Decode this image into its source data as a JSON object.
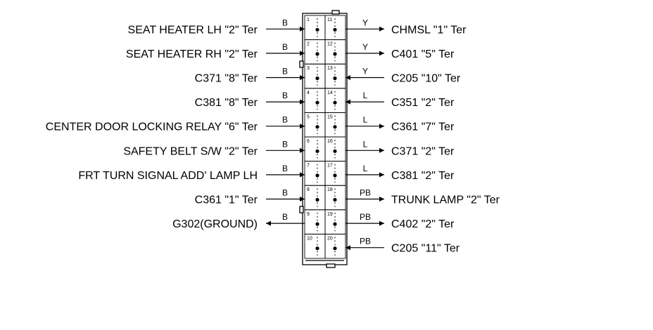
{
  "connector": {
    "left": [
      {
        "pin": "1",
        "label": "SEAT HEATER LH \"2\" Ter",
        "wire": "B",
        "dir": "in"
      },
      {
        "pin": "2",
        "label": "SEAT HEATER RH \"2\" Ter",
        "wire": "B",
        "dir": "in"
      },
      {
        "pin": "3",
        "label": "C371 \"8\" Ter",
        "wire": "B",
        "dir": "in"
      },
      {
        "pin": "4",
        "label": "C381 \"8\" Ter",
        "wire": "B",
        "dir": "in"
      },
      {
        "pin": "5",
        "label": "CENTER DOOR LOCKING RELAY \"6\" Ter",
        "wire": "B",
        "dir": "in"
      },
      {
        "pin": "6",
        "label": "SAFETY BELT S/W \"2\" Ter",
        "wire": "B",
        "dir": "in"
      },
      {
        "pin": "7",
        "label": "FRT TURN SIGNAL ADD' LAMP LH",
        "wire": "B",
        "dir": "in"
      },
      {
        "pin": "8",
        "label": "C361 \"1\" Ter",
        "wire": "B",
        "dir": "in"
      },
      {
        "pin": "9",
        "label": "G302(GROUND)",
        "wire": "B",
        "dir": "out"
      },
      {
        "pin": "10",
        "label": "",
        "wire": "",
        "dir": "none"
      }
    ],
    "right": [
      {
        "pin": "11",
        "label": "CHMSL \"1\" Ter",
        "wire": "Y",
        "dir": "out"
      },
      {
        "pin": "12",
        "label": "C401 \"5\" Ter",
        "wire": "Y",
        "dir": "out"
      },
      {
        "pin": "13",
        "label": "C205 \"10\" Ter",
        "wire": "Y",
        "dir": "in"
      },
      {
        "pin": "14",
        "label": "C351 \"2\" Ter",
        "wire": "L",
        "dir": "in"
      },
      {
        "pin": "15",
        "label": "C361 \"7\" Ter",
        "wire": "L",
        "dir": "out"
      },
      {
        "pin": "16",
        "label": "C371 \"2\" Ter",
        "wire": "L",
        "dir": "out"
      },
      {
        "pin": "17",
        "label": "C381 \"2\" Ter",
        "wire": "L",
        "dir": "out"
      },
      {
        "pin": "18",
        "label": "TRUNK LAMP \"2\" Ter",
        "wire": "PB",
        "dir": "out"
      },
      {
        "pin": "19",
        "label": "C402 \"2\" Ter",
        "wire": "PB",
        "dir": "out"
      },
      {
        "pin": "20",
        "label": "C205 \"11\" Ter",
        "wire": "PB",
        "dir": "in"
      }
    ]
  }
}
